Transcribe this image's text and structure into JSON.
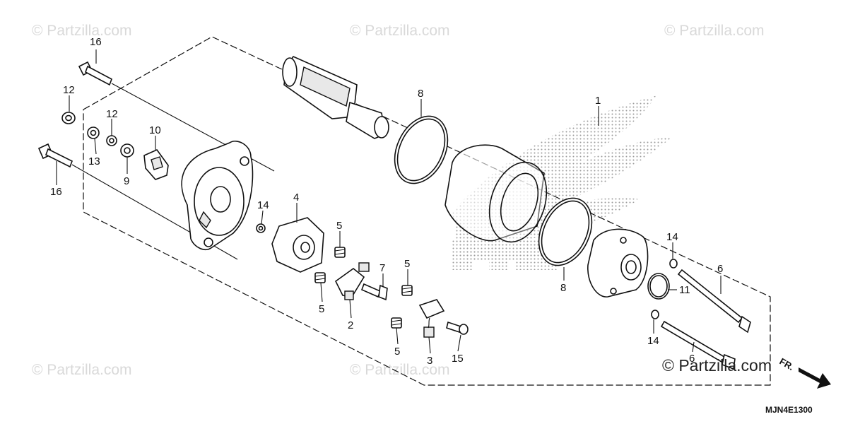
{
  "watermark": {
    "text": "© Partzilla.com",
    "text_dark": "© Partzilla.com"
  },
  "diagram_code": "MJN4E1300",
  "front_marker": "FR.",
  "callouts": [
    {
      "id": "c1",
      "label": "1"
    },
    {
      "id": "c2",
      "label": "2"
    },
    {
      "id": "c3",
      "label": "3"
    },
    {
      "id": "c4",
      "label": "4"
    },
    {
      "id": "c5a",
      "label": "5"
    },
    {
      "id": "c5b",
      "label": "5"
    },
    {
      "id": "c5c",
      "label": "5"
    },
    {
      "id": "c5d",
      "label": "5"
    },
    {
      "id": "c6",
      "label": "6"
    },
    {
      "id": "c6b",
      "label": "6"
    },
    {
      "id": "c7",
      "label": "7"
    },
    {
      "id": "c8a",
      "label": "8"
    },
    {
      "id": "c8b",
      "label": "8"
    },
    {
      "id": "c9",
      "label": "9"
    },
    {
      "id": "c10",
      "label": "10"
    },
    {
      "id": "c11",
      "label": "11"
    },
    {
      "id": "c12a",
      "label": "12"
    },
    {
      "id": "c12b",
      "label": "12"
    },
    {
      "id": "c13",
      "label": "13"
    },
    {
      "id": "c14a",
      "label": "14"
    },
    {
      "id": "c14b",
      "label": "14"
    },
    {
      "id": "c14c",
      "label": "14"
    },
    {
      "id": "c15",
      "label": "15"
    },
    {
      "id": "c16a",
      "label": "16"
    },
    {
      "id": "c16b",
      "label": "16"
    }
  ]
}
